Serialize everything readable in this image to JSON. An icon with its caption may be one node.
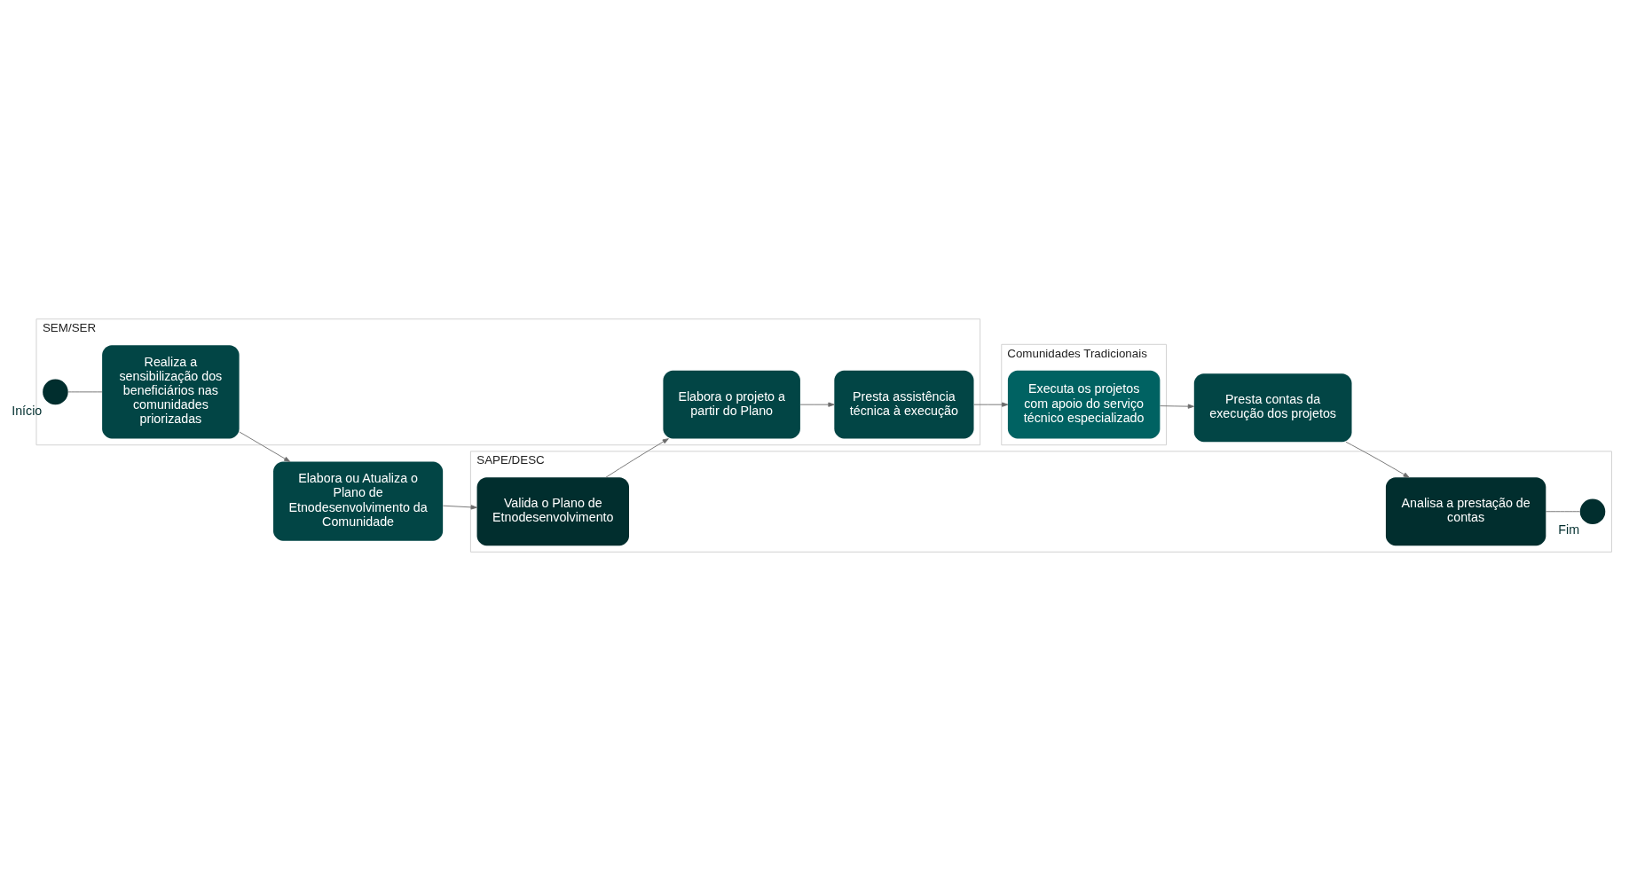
{
  "diagram": {
    "nodes": [
      {
        "text": [
          "SAPE/DESC"
        ]
      },
      {
        "text": [
          "Valida o Plano de Etnodesenvolvimento"
        ],
        "in": 0
      },
      {
        "text": [
          "Analisa a prestação de contas"
        ],
        "in": 0
      },
      {
        "text": [],
        "shape": "circle",
        "beside": [
          "Fim"
        ],
        "in": 0
      },
      {
        "text": [
          "SEM/SER"
        ]
      },
      {
        "text": [],
        "shape": "circle",
        "beside": [
          "Início"
        ],
        "in": 4
      },
      {
        "text": [
          "Realiza a sensibilização dos beneficiários nas comunidades priorizadas"
        ],
        "in": 4
      },
      {
        "text": [
          "Elabora o projeto a partir do Plano"
        ],
        "in": 4
      },
      {
        "text": [
          "Presta assistência técnica à execução"
        ],
        "in": 4
      },
      {
        "text": [
          "Comunidades Tradicionais"
        ]
      },
      {
        "text": [
          "Elabora ou Atualiza o Plano de Etnodesenvolvimento da Comunidade"
        ]
      },
      {
        "text": [
          "Executa os projetos com apoio do serviço técnico especializado"
        ],
        "in": 9
      },
      {
        "text": [
          "Presta contas da execução dos projetos"
        ]
      }
    ],
    "edges": [
      {
        "from": 5,
        "to": 6,
        "arrow": "none"
      },
      {
        "from": 6,
        "to": 10,
        "arrow": "to"
      },
      {
        "from": 10,
        "to": 1,
        "arrow": "to"
      },
      {
        "from": 1,
        "to": 7,
        "arrow": "to"
      },
      {
        "from": 7,
        "to": 8,
        "arrow": "to"
      },
      {
        "from": 8,
        "to": 11,
        "arrow": "to"
      },
      {
        "from": 11,
        "to": 12,
        "arrow": "to"
      },
      {
        "from": 12,
        "to": 2,
        "arrow": "to"
      },
      {
        "from": 2,
        "to": 3,
        "arrow": "none"
      }
    ]
  }
}
